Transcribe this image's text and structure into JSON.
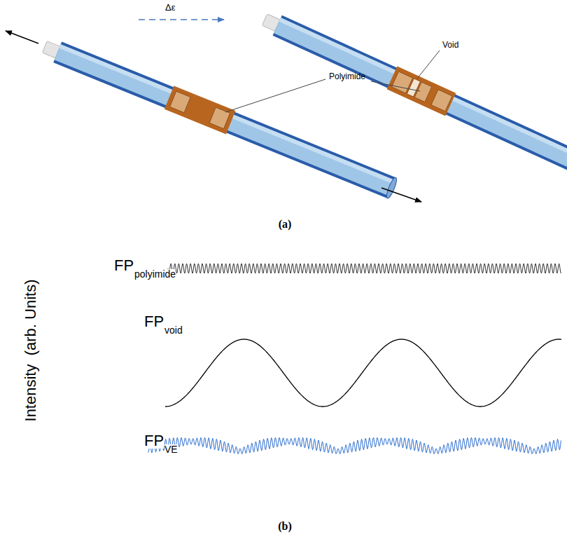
{
  "diagram": {
    "labels": [
      "Δε",
      "Void",
      "Polyimide",
      "(a)",
      "FP",
      "polyimide",
      "FP",
      "void",
      "FP",
      "VE",
      "Intensity  (arb. Units)",
      "(b)"
    ]
  }
}
